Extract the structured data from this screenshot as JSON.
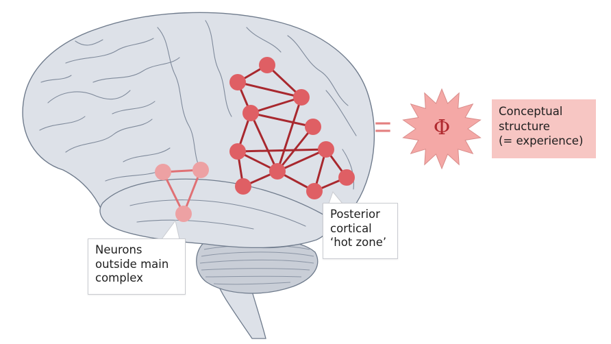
{
  "labels": {
    "outside_complex": [
      "Neurons",
      "outside main",
      "complex"
    ],
    "hot_zone": [
      "Posterior",
      "cortical",
      "‘hot zone’"
    ],
    "conceptual": [
      "Conceptual",
      "structure",
      "(= experience)"
    ],
    "equals_sign": "=",
    "phi_symbol": "Φ"
  },
  "colors": {
    "brain_fill": "#dde1e8",
    "brain_stroke": "#6f7b8c",
    "hot_node": "#df5f64",
    "hot_edge": "#a8282e",
    "outer_node": "#eda1a3",
    "outer_edge": "#e07074",
    "phi_star": "#f4a8a6",
    "conceptual_box": "#f7c6c3"
  }
}
